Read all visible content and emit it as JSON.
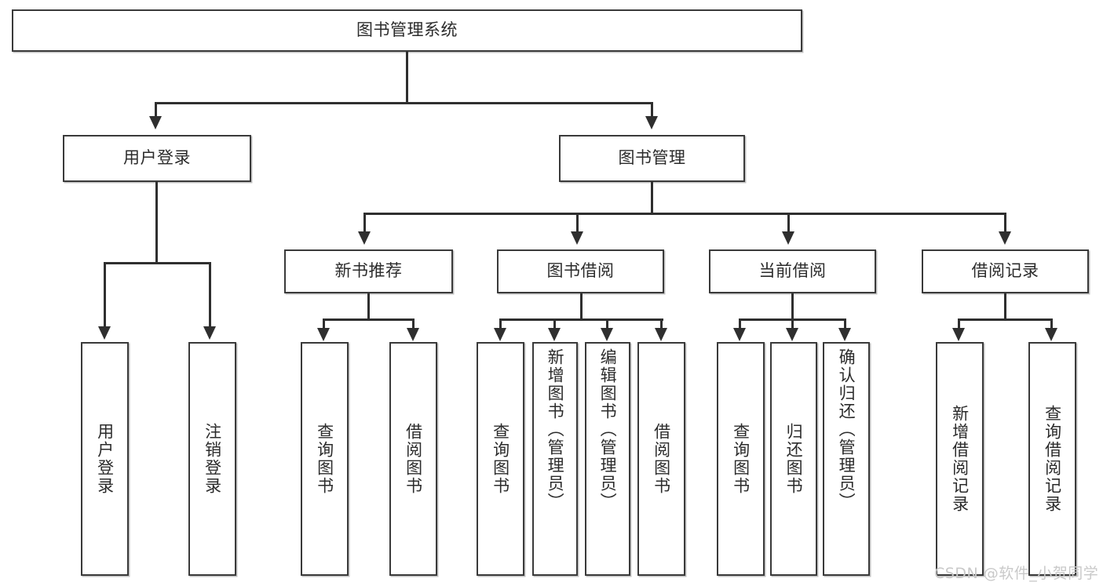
{
  "diagram": {
    "title_node": {
      "label": "图书管理系统"
    },
    "level2": [
      {
        "label": "用户登录"
      },
      {
        "label": "图书管理"
      }
    ],
    "level3": [
      {
        "label": "新书推荐"
      },
      {
        "label": "图书借阅"
      },
      {
        "label": "当前借阅"
      },
      {
        "label": "借阅记录"
      }
    ],
    "leaves": {
      "user_login": [
        {
          "label": "用户登录"
        },
        {
          "label": "注销登录"
        }
      ],
      "new_book_recommend": [
        {
          "label": "查询图书"
        },
        {
          "label": "借阅图书"
        }
      ],
      "book_borrow": [
        {
          "label": "查询图书"
        },
        {
          "label": "新增图书（管理员）"
        },
        {
          "label": "编辑图书（管理员）"
        },
        {
          "label": "借阅图书"
        }
      ],
      "current_borrow": [
        {
          "label": "查询图书"
        },
        {
          "label": "归还图书"
        },
        {
          "label": "确认归还（管理员）"
        }
      ],
      "borrow_record": [
        {
          "label": "新增借阅记录"
        },
        {
          "label": "查询借阅记录"
        }
      ]
    }
  },
  "watermark": {
    "text": "CSDN @软件_小贺同学"
  },
  "colors": {
    "border": "#3a3a3a",
    "line": "#2f2f2f",
    "text": "#2b2b2b",
    "background": "#ffffff",
    "watermark": "#c9c9c9"
  }
}
